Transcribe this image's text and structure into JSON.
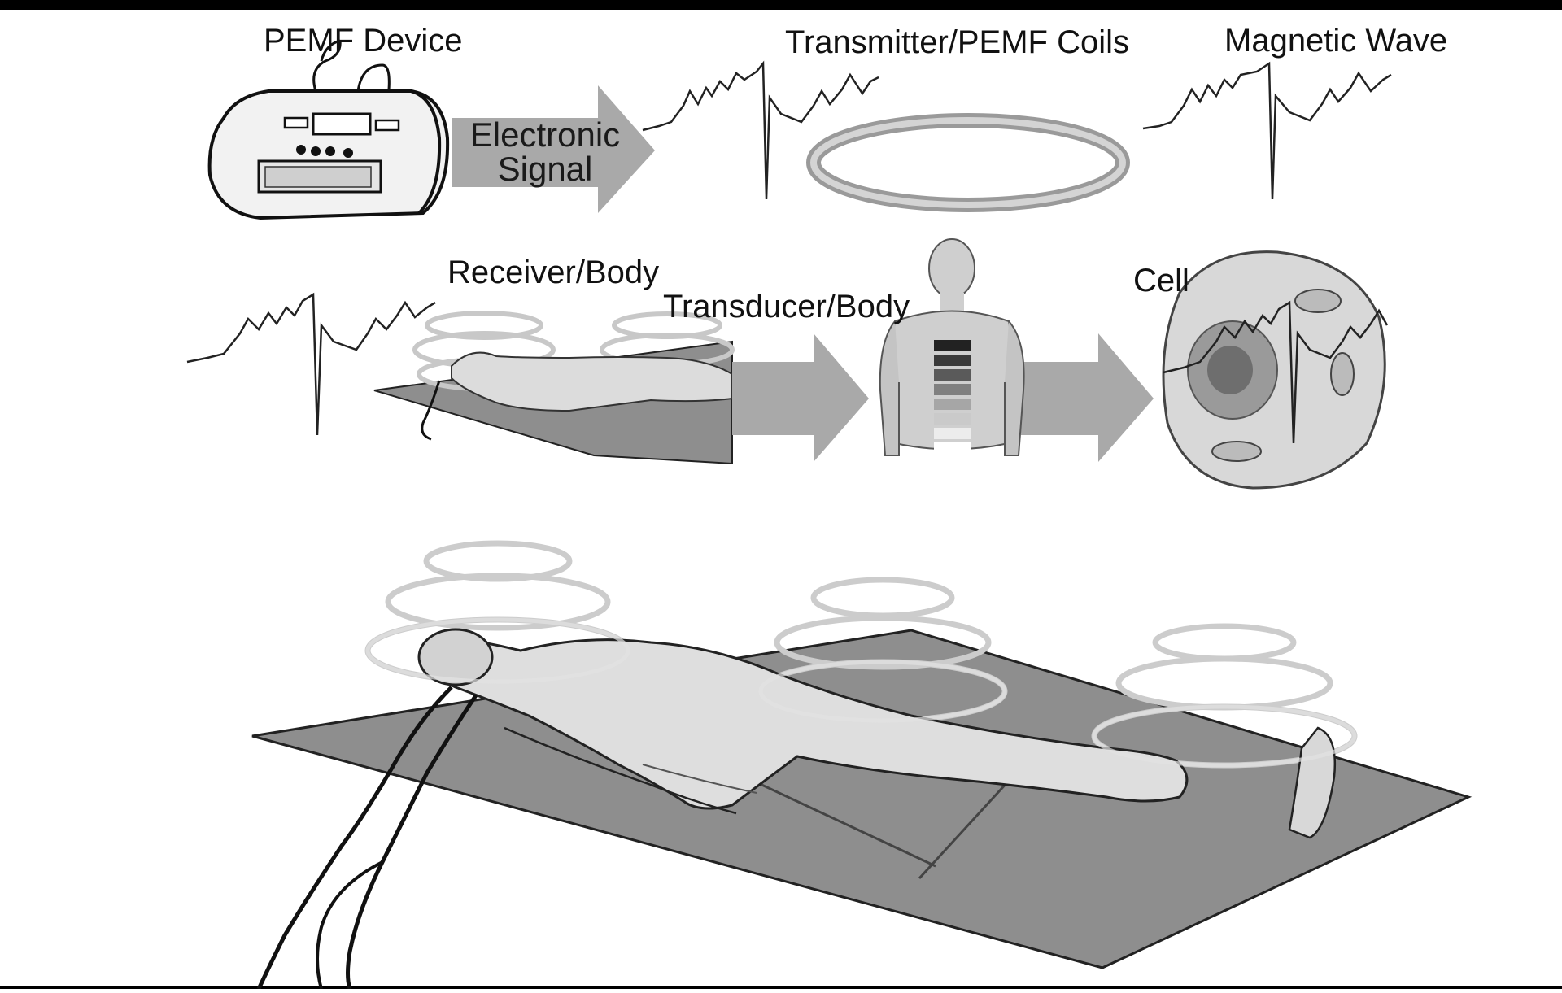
{
  "labels": {
    "pemf_device": "PEMF Device",
    "transmitter": "Transmitter/PEMF Coils",
    "magnetic_wave": "Magnetic Wave",
    "receiver": "Receiver/Body",
    "transducer": "Transducer/Body",
    "cell": "Cell"
  },
  "arrow_text": {
    "line1": "Electronic",
    "line2": "Signal"
  },
  "colors": {
    "arrow": "#a9a9a9",
    "mat": "#8e8e8e",
    "skin": "#dcdcdc",
    "coil": "#bdbdbd",
    "ink": "#111111"
  }
}
